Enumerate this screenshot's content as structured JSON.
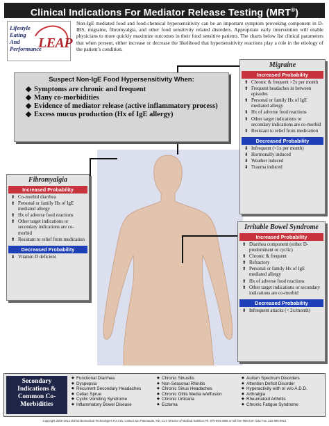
{
  "title": "Clinical Indications For Mediator Release Testing (MRT",
  "title_sup": "®",
  "title_close": ")",
  "logo": {
    "lines": [
      "Lifestyle",
      "Eating",
      "And",
      "Performance"
    ],
    "brand": "LEAP"
  },
  "intro": "Non-IgE mediated food and food-chemical hypersensitivity can be an important symptom provoking component in D-IBS, migraine, fibromyalgia, and other food sensitivity related disorders. Appropriate early intervention will enable physicians to more quickly maximize outcomes in their food sensitive patients. The charts below list clinical parameters that when present, either increase or decrease the likelihood that hypersensitivity reactions play a role in the etiology of the patient’s condition.",
  "suspect": {
    "heading": "Suspect Non-IgE Food Hypersensitivity When:",
    "items": [
      "Symptoms are chronic and frequent",
      "Many co-morbidities",
      "Evidence of mediator release (active inflammatory process)",
      "Excess mucus production (Hx of IgE allergy)"
    ]
  },
  "migraine": {
    "title": "Migraine",
    "inc_label": "Increased Probability",
    "inc": [
      "Chronic & frequent >2x per month",
      "Frequent headaches in between episodes",
      "Personal or family Hx of IgE mediated allergy",
      "Hx of adverse food reactions",
      "Other target indications or secondary indications are co-morbid",
      "Resistant to relief from medication"
    ],
    "dec_label": "Decreased Probability",
    "dec": [
      "Infrequent (<1x per month)",
      "Hormonally induced",
      "Weather induced",
      "Trauma induced"
    ]
  },
  "fibro": {
    "title": "Fibromyalgia",
    "inc_label": "Increased Probability",
    "inc": [
      "Co-morbid diarrhea",
      "Personal or family Hx of IgE mediated allergy",
      "Hx of adverse food reactions",
      "Other target indications or secondary indications are co-morbid",
      "Resistant to relief from medication"
    ],
    "dec_label": "Decreased Probability",
    "dec": [
      "Vitamin D deficient"
    ]
  },
  "ibs": {
    "title": "Irritable Bowel Syndrome",
    "inc_label": "Increased Probability",
    "inc": [
      "Diarrhea component (either D-predominant or cyclic)",
      "Chronic & frequent",
      "Refractory",
      "Personal or family Hx of IgE mediated allergy",
      "Hx of adverse food reactions",
      "Other target indications or secondary indications are co-morbid"
    ],
    "dec_label": "Decreased Probability",
    "dec": [
      "Infrequent attacks (< 2x/month)"
    ]
  },
  "secondary": {
    "label": "Secondary Indications & Common Co-Morbidities",
    "col1": [
      "Functional Diarrhea",
      "Dyspepsia",
      "Recurrent Secondary Headaches",
      "Celiac Sprue",
      "Cyclic Vomiting Syndrome",
      "Inflammatory Bowel Disease"
    ],
    "col2": [
      "Chronic Sinusitis",
      "Non-Seasonal Rhinitis",
      "Chronic Sinus Headaches",
      "Chronic Otitis Media w/effusion",
      "Chronic Urticaria",
      "Eczema"
    ],
    "col3": [
      "Autism Spectrum Disorders",
      "Attention Deficit Disorder",
      "Hyperactivity with or w/o A.D.D.",
      "Arthralgia",
      "Rheumatoid Arthritis",
      "Chronic Fatigue Syndrome"
    ]
  },
  "footer": "Copyright 2005-2013 Oxford Biomedical Technologies   For info, contact Jan Patenaude, RD, CLT, Director of Medical Nutrition   Ph: 970-963-3095 or toll free 866-230-7232   Fax: 215-895-9921",
  "colors": {
    "increased": "#c8323c",
    "decreased": "#1e3fb7",
    "title_bg": "#1f1f1f",
    "label_bg": "#1f2546",
    "body_fill": "#e2c3ad"
  }
}
